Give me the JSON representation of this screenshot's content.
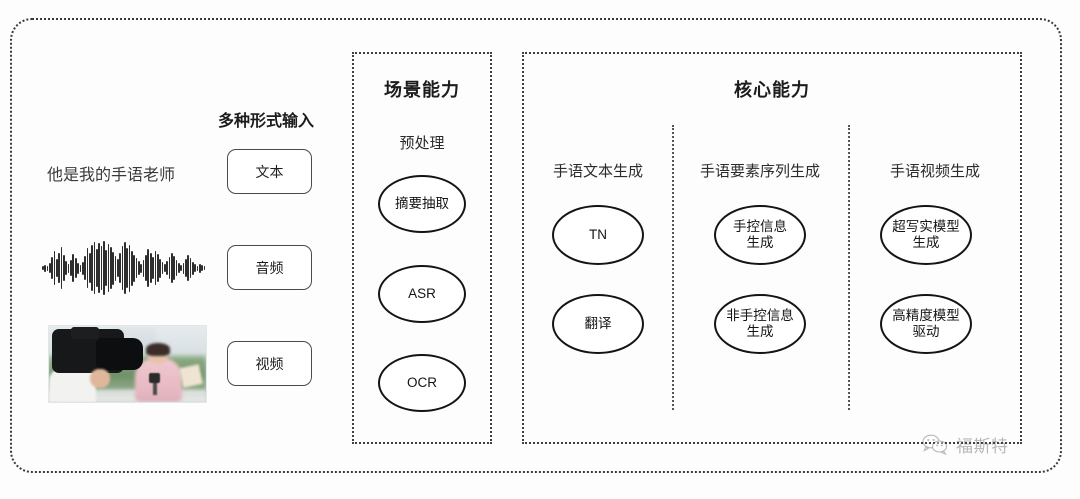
{
  "diagram": {
    "title_hidden": "",
    "input_section": {
      "heading": "多种形式输入",
      "sample_sentence": "他是我的手语老师",
      "modalities": [
        {
          "label": "文本",
          "icon": "text-icon"
        },
        {
          "label": "音频",
          "icon": "audio-waveform-icon"
        },
        {
          "label": "视频",
          "icon": "video-thumbnail-icon"
        }
      ]
    },
    "scene_panel": {
      "title": "场景能力",
      "group_label": "预处理",
      "nodes": [
        {
          "label": "摘要抽取"
        },
        {
          "label": "ASR"
        },
        {
          "label": "OCR"
        }
      ]
    },
    "core_panel": {
      "title": "核心能力",
      "columns": [
        {
          "header": "手语文本生成",
          "nodes": [
            {
              "label": "TN"
            },
            {
              "label": "翻译"
            }
          ]
        },
        {
          "header": "手语要素序列生成",
          "nodes": [
            {
              "label": "手控信息\n生成"
            },
            {
              "label": "非手控信息\n生成"
            }
          ]
        },
        {
          "header": "手语视频生成",
          "nodes": [
            {
              "label": "超写实模型\n生成"
            },
            {
              "label": "高精度模型\n驱动"
            }
          ]
        }
      ]
    },
    "watermark": {
      "text": "福斯特",
      "icon": "wechat-logo-icon"
    },
    "colors": {
      "background": "#fdfdfd",
      "border": "#3f3f3f",
      "node_stroke": "#141414",
      "text": "#1c1c1c"
    }
  }
}
